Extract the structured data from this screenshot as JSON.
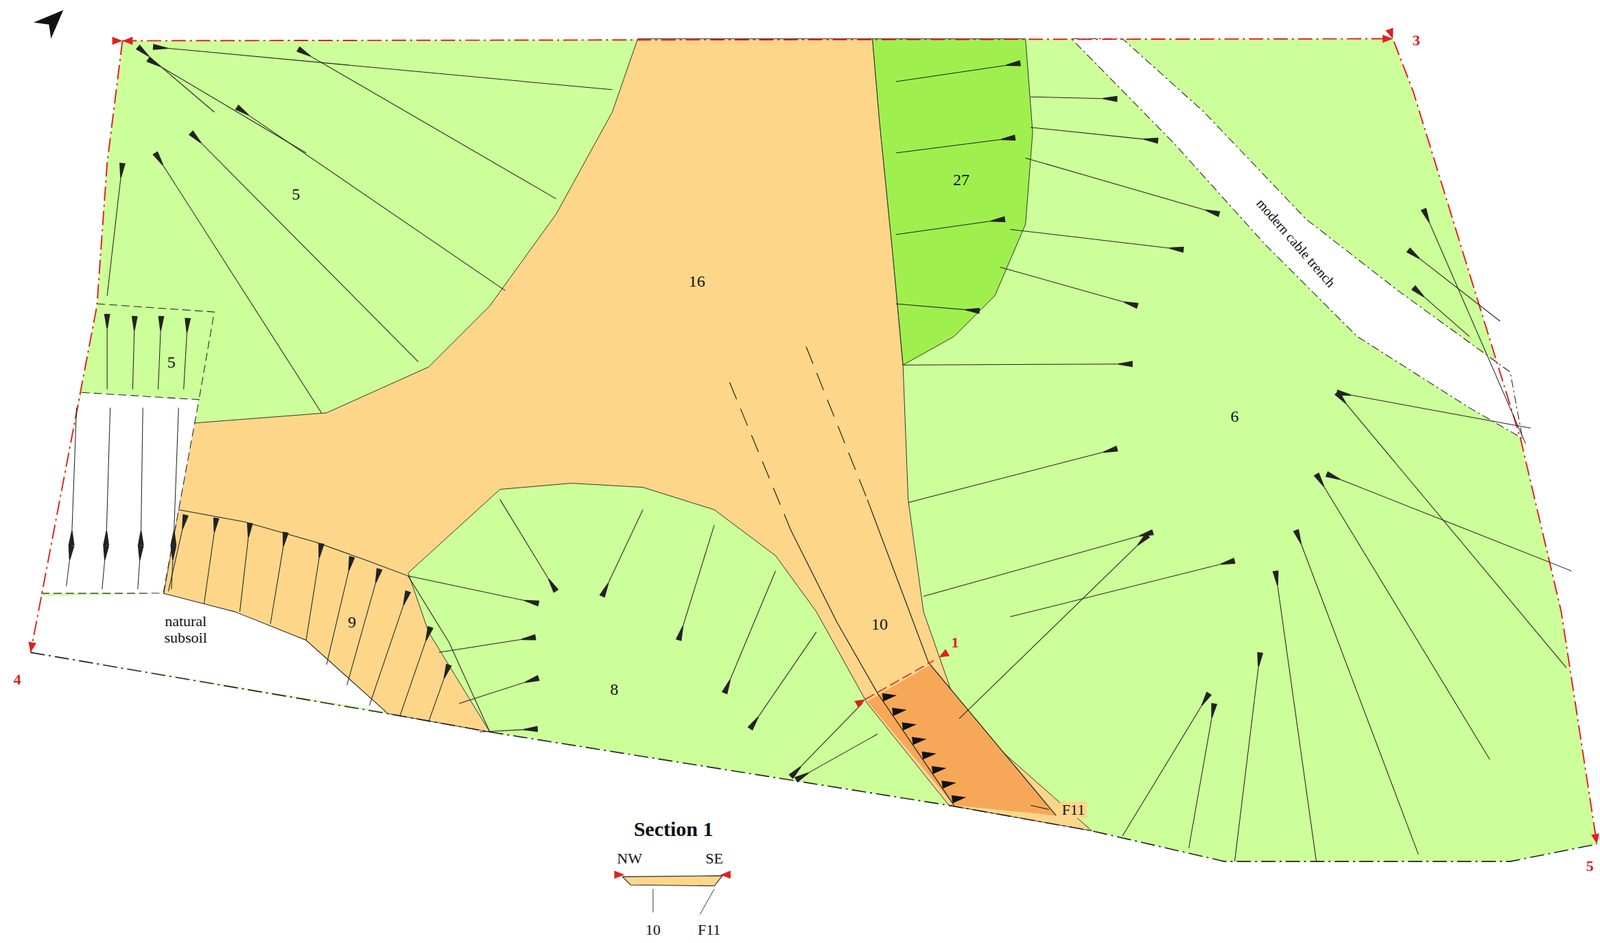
{
  "diagram": {
    "labels": [
      "5",
      "5",
      "16",
      "27",
      "modern cable trench",
      "6",
      "natural subsoil",
      "9",
      "8",
      "10",
      "1",
      "F11",
      "3",
      "4",
      "5",
      "Section 1",
      "NW",
      "SE",
      "10",
      "F11"
    ]
  }
}
